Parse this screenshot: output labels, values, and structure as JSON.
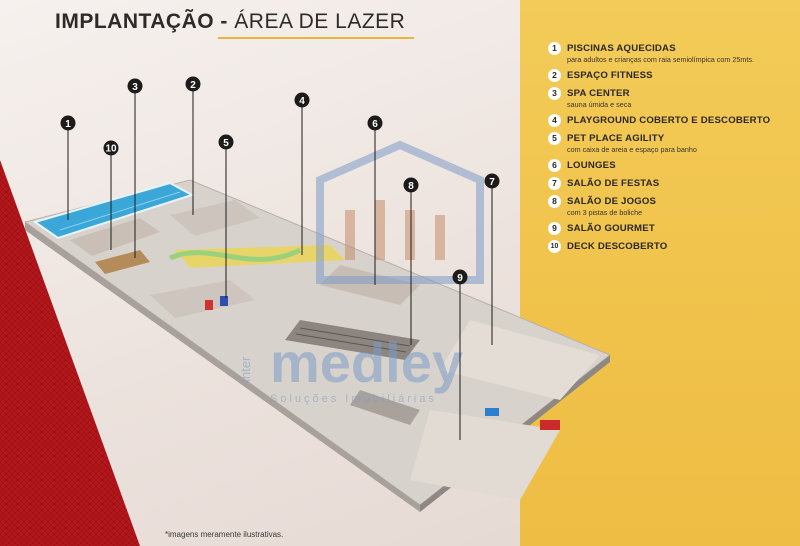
{
  "title": {
    "bold": "IMPLANTAÇÃO -",
    "light": "ÁREA DE LAZER"
  },
  "legend": [
    {
      "num": "1",
      "title": "PISCINAS AQUECIDAS",
      "sub": "para adultos e crianças com raia semiolímpica com 25mts."
    },
    {
      "num": "2",
      "title": "ESPAÇO FITNESS",
      "sub": ""
    },
    {
      "num": "3",
      "title": "SPA CENTER",
      "sub": "sauna úmida e seca"
    },
    {
      "num": "4",
      "title": "PLAYGROUND COBERTO E DESCOBERTO",
      "sub": ""
    },
    {
      "num": "5",
      "title": "PET PLACE AGILITY",
      "sub": "com caixa de areia e espaço para banho"
    },
    {
      "num": "6",
      "title": "LOUNGES",
      "sub": ""
    },
    {
      "num": "7",
      "title": "SALÃO DE FESTAS",
      "sub": ""
    },
    {
      "num": "8",
      "title": "SALÃO DE JOGOS",
      "sub": "com 3 pistas de boliche"
    },
    {
      "num": "9",
      "title": "SALÃO GOURMET",
      "sub": ""
    },
    {
      "num": "10",
      "title": "DECK DESCOBERTO",
      "sub": ""
    }
  ],
  "markers": [
    "1",
    "2",
    "3",
    "4",
    "5",
    "6",
    "7",
    "8",
    "9",
    "10"
  ],
  "watermark": {
    "brand": "inter",
    "name": "medley",
    "tagline": "Soluções Imobiliárias"
  },
  "disclaimer": "*imagens meramente ilustrativas.",
  "colors": {
    "accent_yellow": "#f0c24a",
    "red_panel": "#b3161b",
    "pool_blue": "#3aa7d8"
  }
}
